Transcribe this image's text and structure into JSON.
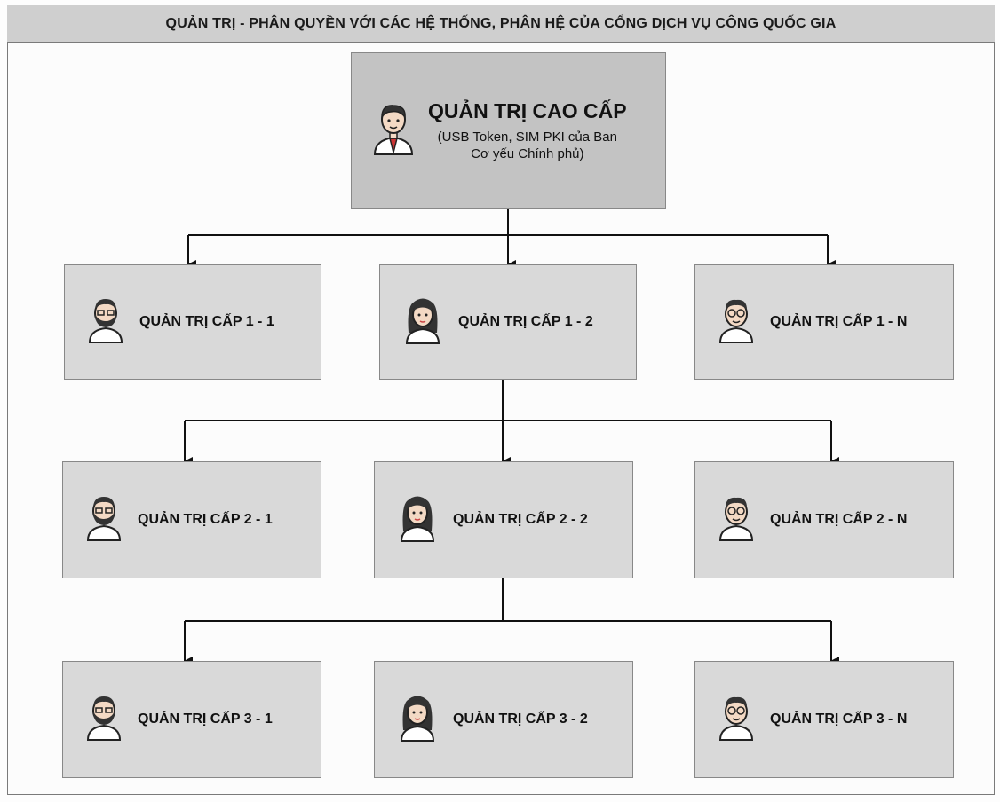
{
  "header": {
    "title": "QUẢN TRỊ - PHÂN QUYỀN VỚI CÁC HỆ THỐNG, PHÂN HỆ CỦA CỔNG DỊCH VỤ CÔNG QUỐC GIA"
  },
  "top": {
    "title": "QUẢN TRỊ CAO CẤP",
    "subtitle_line1": "(USB Token, SIM PKI của Ban",
    "subtitle_line2": "Cơ yếu Chính phủ)",
    "avatar": "man-tie-icon"
  },
  "levels": [
    {
      "nodes": [
        {
          "label": "QUẢN TRỊ CẤP 1 - 1",
          "avatar": "bearded-man-icon"
        },
        {
          "label": "QUẢN TRỊ CẤP 1 - 2",
          "avatar": "woman-icon"
        },
        {
          "label": "QUẢN TRỊ CẤP 1 - N",
          "avatar": "glasses-man-icon"
        }
      ]
    },
    {
      "nodes": [
        {
          "label": "QUẢN TRỊ CẤP 2 - 1",
          "avatar": "bearded-man-icon"
        },
        {
          "label": "QUẢN TRỊ CẤP 2 - 2",
          "avatar": "woman-icon"
        },
        {
          "label": "QUẢN TRỊ CẤP 2 - N",
          "avatar": "glasses-man-icon"
        }
      ]
    },
    {
      "nodes": [
        {
          "label": "QUẢN TRỊ CẤP 3 - 1",
          "avatar": "bearded-man-icon"
        },
        {
          "label": "QUẢN TRỊ CẤP 3 - 2",
          "avatar": "woman-icon"
        },
        {
          "label": "QUẢN TRỊ CẤP 3 - N",
          "avatar": "glasses-man-icon"
        }
      ]
    }
  ],
  "colors": {
    "box": "#d9d9d9",
    "top_box": "#c3c3c3",
    "header": "#cfcfcf",
    "line": "#111111"
  }
}
